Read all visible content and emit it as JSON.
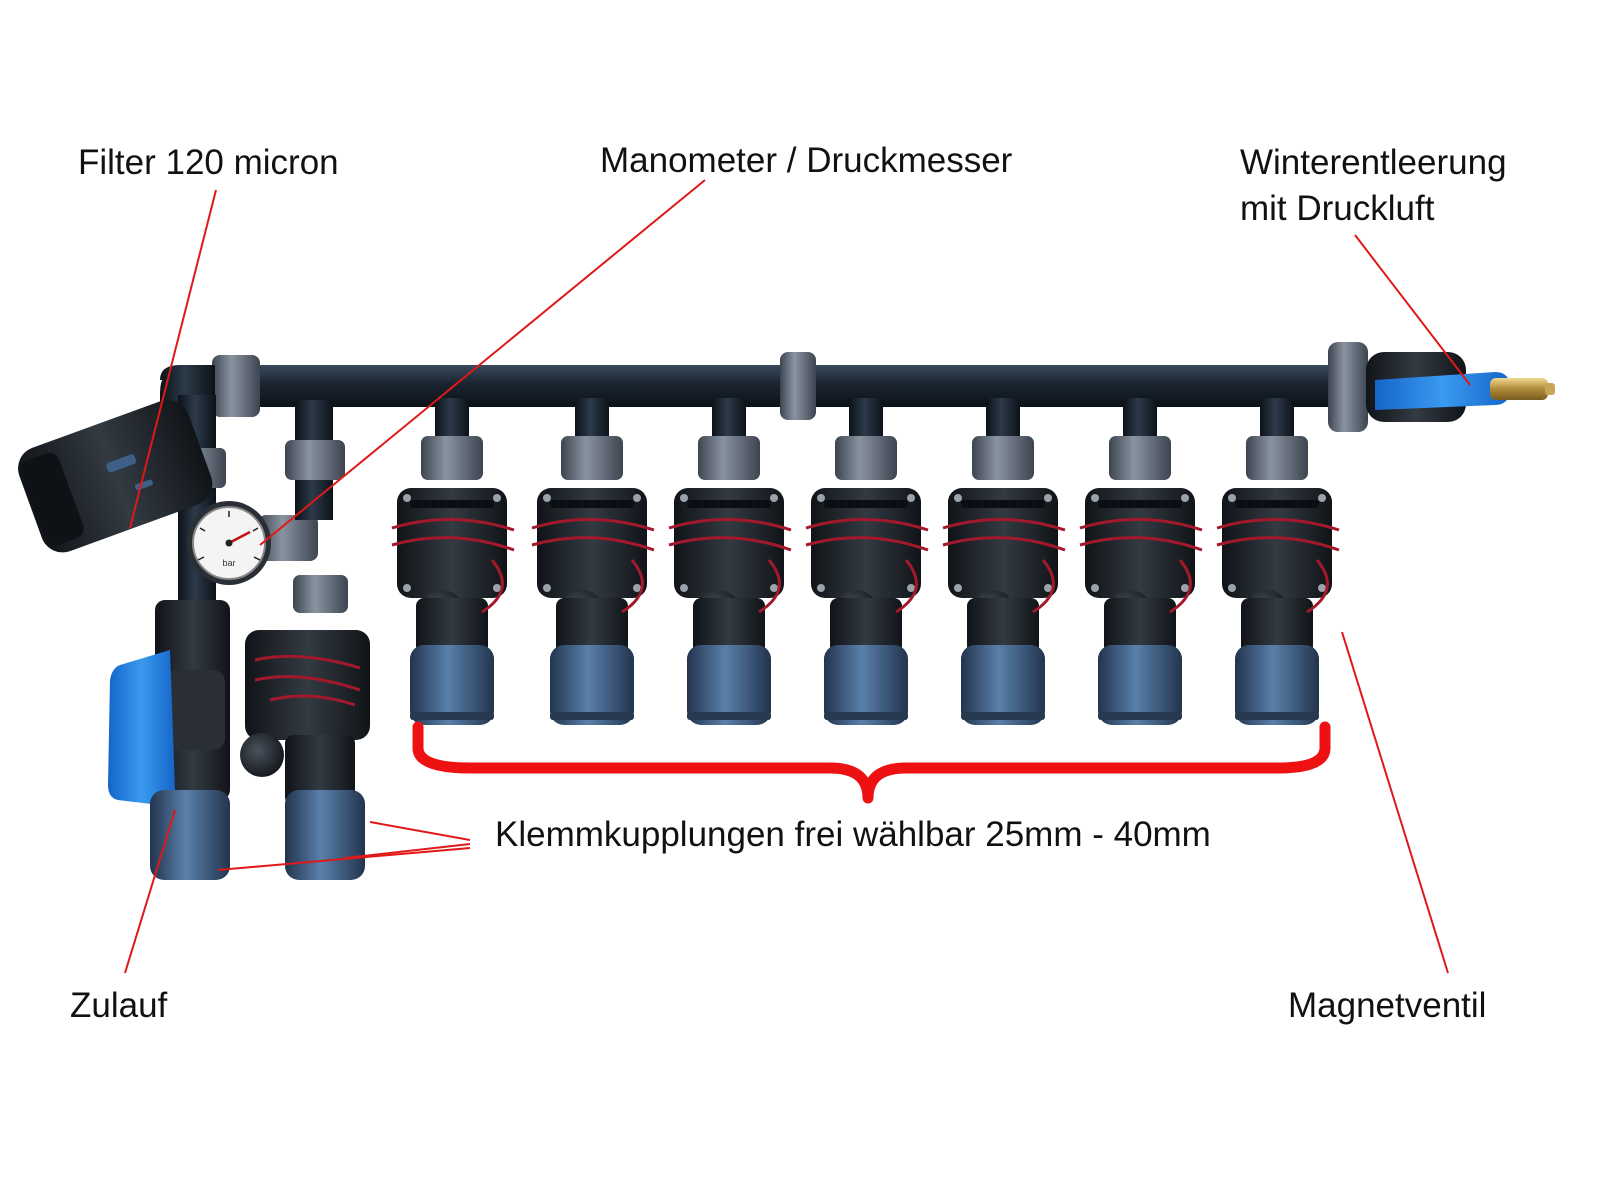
{
  "labels": {
    "filter": "Filter 120 micron",
    "manometer": "Manometer / Druckmesser",
    "winter_line1": "Winterentleerung",
    "winter_line2": "mit Druckluft",
    "klemm": "Klemmkupplungen frei wählbar 25mm - 40mm",
    "zulauf": "Zulauf",
    "magnet": "Magnetventil"
  },
  "gauge": {
    "unit": "bar"
  },
  "colors": {
    "pipe": "#1a2430",
    "valve": "#1d2228",
    "coupling_blue": "#3d5f88",
    "nut_gray": "#6a7480",
    "handle_blue": "#1f7fe0",
    "callout_red": "#e01818",
    "bracket_red": "#ee1111",
    "wire_red": "#a3192b"
  },
  "icons": [
    "filter-icon",
    "pressure-gauge-icon",
    "ball-valve-icon",
    "solenoid-valve-icon",
    "compression-coupling-icon"
  ]
}
